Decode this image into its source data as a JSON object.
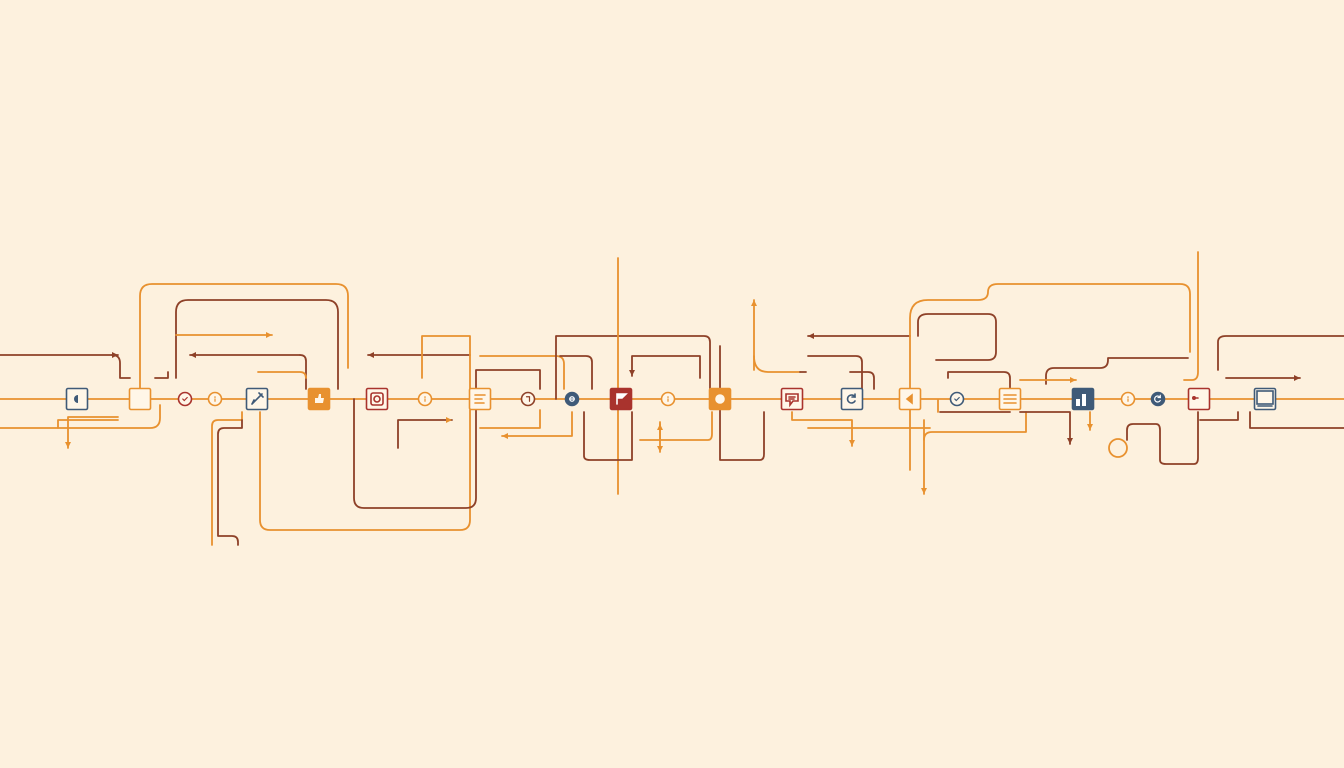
{
  "colors": {
    "background": "#fdf1de",
    "orange": "#e8912f",
    "brown": "#8e4128",
    "red": "#a9332d",
    "slate": "#3f5a78",
    "cream_fill": "#fff6e8"
  },
  "diagram": {
    "nodes": [
      {
        "id": "node-1",
        "shape": "square",
        "style": "outline-slate",
        "icon": "half-circle-icon"
      },
      {
        "id": "node-2",
        "shape": "square",
        "style": "outline-orange",
        "icon": "blank-icon"
      },
      {
        "id": "node-3",
        "shape": "circle",
        "style": "outline-red",
        "icon": "check-icon"
      },
      {
        "id": "node-4",
        "shape": "circle",
        "style": "outline-orange",
        "icon": "info-icon"
      },
      {
        "id": "node-5",
        "shape": "square",
        "style": "outline-slate",
        "icon": "pencil-icon"
      },
      {
        "id": "node-6",
        "shape": "square",
        "style": "filled-orange",
        "icon": "thumbs-up-icon"
      },
      {
        "id": "node-7",
        "shape": "square",
        "style": "outline-red",
        "icon": "camera-icon"
      },
      {
        "id": "node-8",
        "shape": "circle",
        "style": "outline-orange",
        "icon": "info-icon"
      },
      {
        "id": "node-9",
        "shape": "square",
        "style": "outline-orange",
        "icon": "document-lines-icon"
      },
      {
        "id": "node-10",
        "shape": "circle",
        "style": "outline-brown",
        "icon": "tag-icon"
      },
      {
        "id": "node-11",
        "shape": "circle",
        "style": "filled-slate",
        "icon": "globe-icon"
      },
      {
        "id": "node-12",
        "shape": "square",
        "style": "filled-red",
        "icon": "flag-icon"
      },
      {
        "id": "node-13",
        "shape": "circle",
        "style": "outline-orange",
        "icon": "info-icon"
      },
      {
        "id": "node-14",
        "shape": "square",
        "style": "filled-orange",
        "icon": "circle-dot-icon"
      },
      {
        "id": "node-15",
        "shape": "square",
        "style": "outline-red",
        "icon": "chat-bubble-icon"
      },
      {
        "id": "node-16",
        "shape": "square",
        "style": "outline-slate",
        "icon": "refresh-icon"
      },
      {
        "id": "node-17",
        "shape": "square",
        "style": "outline-orange",
        "icon": "play-back-icon"
      },
      {
        "id": "node-18",
        "shape": "circle",
        "style": "outline-slate",
        "icon": "check-icon"
      },
      {
        "id": "node-19",
        "shape": "square",
        "style": "outline-orange",
        "icon": "menu-icon"
      },
      {
        "id": "node-20",
        "shape": "square",
        "style": "filled-slate",
        "icon": "bar-chart-icon"
      },
      {
        "id": "node-21",
        "shape": "circle",
        "style": "outline-orange",
        "icon": "info-icon"
      },
      {
        "id": "node-22",
        "shape": "circle",
        "style": "filled-slate",
        "icon": "refresh-icon"
      },
      {
        "id": "node-23",
        "shape": "square",
        "style": "outline-red",
        "icon": "card-icon"
      },
      {
        "id": "node-24",
        "shape": "square",
        "style": "outline-slate",
        "icon": "monitor-icon"
      }
    ]
  }
}
